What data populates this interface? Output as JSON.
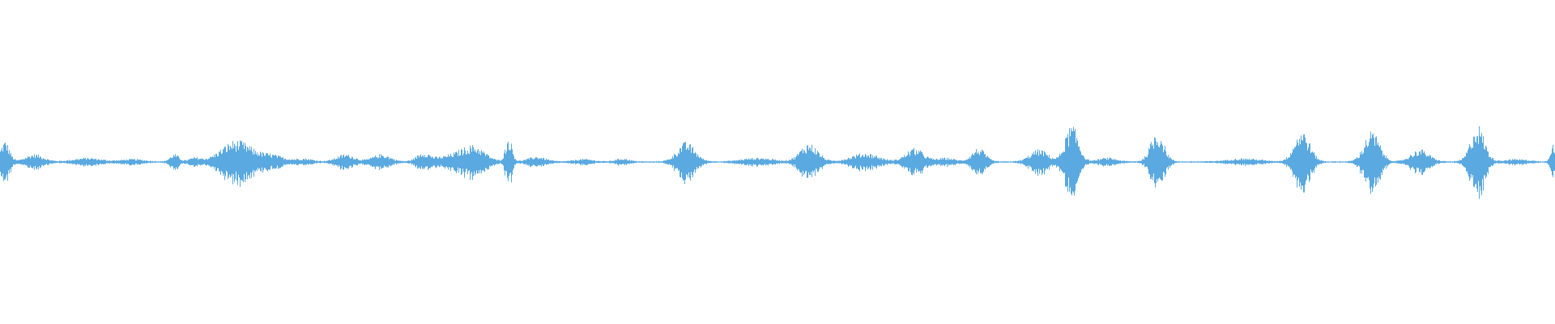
{
  "waveform": {
    "color": "#5aa9e0",
    "background": "#ffffff",
    "bursts": [
      {
        "center": 0.003,
        "amplitude": 0.34,
        "width": 0.004
      },
      {
        "center": 0.022,
        "amplitude": 0.12,
        "width": 0.008
      },
      {
        "center": 0.056,
        "amplitude": 0.06,
        "width": 0.012
      },
      {
        "center": 0.085,
        "amplitude": 0.04,
        "width": 0.01
      },
      {
        "center": 0.112,
        "amplitude": 0.12,
        "width": 0.004
      },
      {
        "center": 0.125,
        "amplitude": 0.06,
        "width": 0.005
      },
      {
        "center": 0.152,
        "amplitude": 0.35,
        "width": 0.014
      },
      {
        "center": 0.175,
        "amplitude": 0.1,
        "width": 0.01
      },
      {
        "center": 0.195,
        "amplitude": 0.05,
        "width": 0.008
      },
      {
        "center": 0.222,
        "amplitude": 0.12,
        "width": 0.008
      },
      {
        "center": 0.245,
        "amplitude": 0.12,
        "width": 0.008
      },
      {
        "center": 0.272,
        "amplitude": 0.14,
        "width": 0.006
      },
      {
        "center": 0.292,
        "amplitude": 0.11,
        "width": 0.014
      },
      {
        "center": 0.305,
        "amplitude": 0.22,
        "width": 0.01
      },
      {
        "center": 0.327,
        "amplitude": 0.4,
        "width": 0.003
      },
      {
        "center": 0.345,
        "amplitude": 0.08,
        "width": 0.008
      },
      {
        "center": 0.375,
        "amplitude": 0.04,
        "width": 0.008
      },
      {
        "center": 0.4,
        "amplitude": 0.05,
        "width": 0.006
      },
      {
        "center": 0.441,
        "amplitude": 0.32,
        "width": 0.008
      },
      {
        "center": 0.487,
        "amplitude": 0.06,
        "width": 0.014
      },
      {
        "center": 0.52,
        "amplitude": 0.3,
        "width": 0.008
      },
      {
        "center": 0.556,
        "amplitude": 0.14,
        "width": 0.012
      },
      {
        "center": 0.588,
        "amplitude": 0.22,
        "width": 0.008
      },
      {
        "center": 0.608,
        "amplitude": 0.06,
        "width": 0.008
      },
      {
        "center": 0.629,
        "amplitude": 0.22,
        "width": 0.006
      },
      {
        "center": 0.668,
        "amplitude": 0.2,
        "width": 0.008
      },
      {
        "center": 0.689,
        "amplitude": 0.6,
        "width": 0.006
      },
      {
        "center": 0.712,
        "amplitude": 0.06,
        "width": 0.008
      },
      {
        "center": 0.744,
        "amplitude": 0.5,
        "width": 0.006
      },
      {
        "center": 0.8,
        "amplitude": 0.05,
        "width": 0.014
      },
      {
        "center": 0.837,
        "amplitude": 0.52,
        "width": 0.007
      },
      {
        "center": 0.882,
        "amplitude": 0.5,
        "width": 0.007
      },
      {
        "center": 0.913,
        "amplitude": 0.2,
        "width": 0.008
      },
      {
        "center": 0.95,
        "amplitude": 0.06,
        "width": 0.008
      },
      {
        "center": 0.95,
        "amplitude": 0.55,
        "width": 0.006
      },
      {
        "center": 0.975,
        "amplitude": 0.04,
        "width": 0.01
      },
      {
        "center": 0.998,
        "amplitude": 0.3,
        "width": 0.002
      }
    ]
  }
}
